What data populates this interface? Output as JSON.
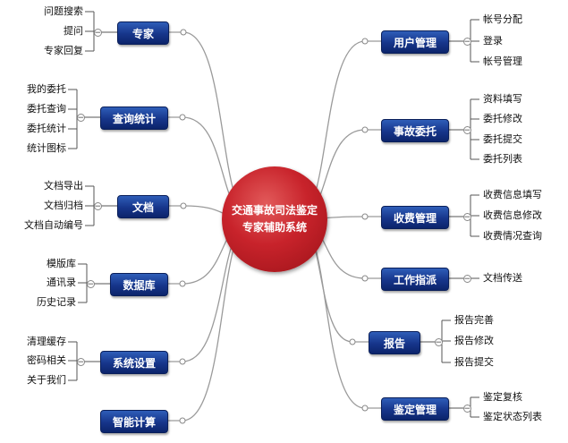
{
  "center": {
    "line1": "交通事故司法鉴定",
    "line2": "专家辅助系统"
  },
  "left": [
    {
      "id": "expert",
      "label": "专家",
      "items": [
        "问题搜索",
        "提问",
        "专家回复"
      ]
    },
    {
      "id": "query-stats",
      "label": "查询统计",
      "items": [
        "我的委托",
        "委托查询",
        "委托统计",
        "统计图标"
      ]
    },
    {
      "id": "documents",
      "label": "文档",
      "items": [
        "文档导出",
        "文档归档",
        "文档自动编号"
      ]
    },
    {
      "id": "database",
      "label": "数据库",
      "items": [
        "模版库",
        "通讯录",
        "历史记录"
      ]
    },
    {
      "id": "system-settings",
      "label": "系统设置",
      "items": [
        "清理缓存",
        "密码相关",
        "关于我们"
      ]
    },
    {
      "id": "smart-calc",
      "label": "智能计算",
      "items": []
    }
  ],
  "right": [
    {
      "id": "user-management",
      "label": "用户管理",
      "items": [
        "帐号分配",
        "登录",
        "帐号管理"
      ]
    },
    {
      "id": "accident-commission",
      "label": "事故委托",
      "items": [
        "资料填写",
        "委托修改",
        "委托提交",
        "委托列表"
      ]
    },
    {
      "id": "fee-management",
      "label": "收费管理",
      "items": [
        "收费信息填写",
        "收费信息修改",
        "收费情况查询"
      ]
    },
    {
      "id": "work-guidance",
      "label": "工作指派",
      "items": [
        "文档传送"
      ]
    },
    {
      "id": "report",
      "label": "报告",
      "items": [
        "报告完善",
        "报告修改",
        "报告提交"
      ]
    },
    {
      "id": "appraisal-management",
      "label": "鉴定管理",
      "items": [
        "鉴定复核",
        "鉴定状态列表"
      ]
    }
  ],
  "colors": {
    "branch": "#16358a",
    "hub": "#c8232b",
    "link": "#9a9a9a",
    "leafLine": "#555555"
  }
}
